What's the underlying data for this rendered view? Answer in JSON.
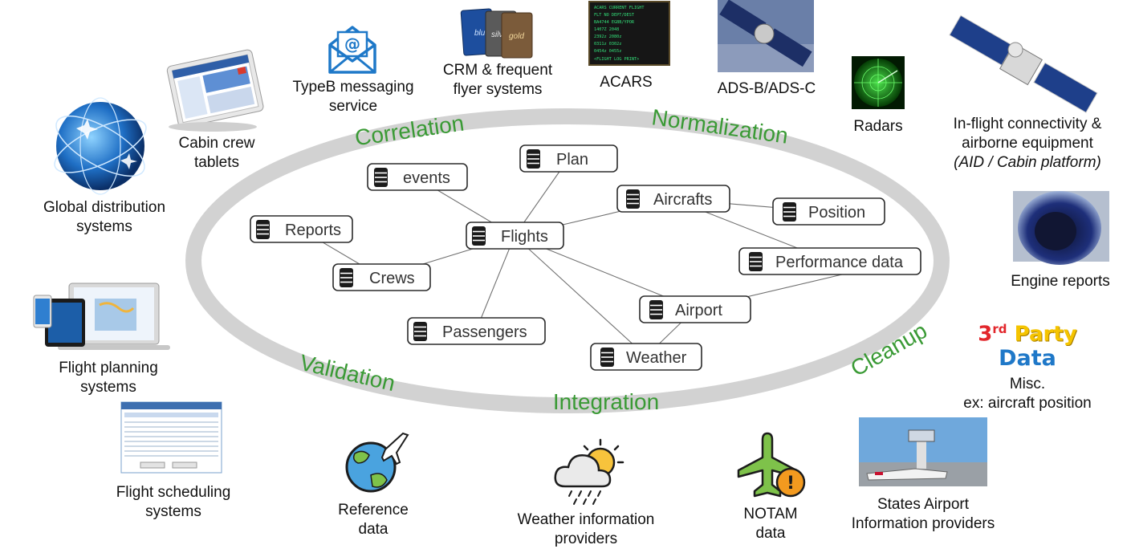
{
  "ring_labels": {
    "correlation": "Correlation",
    "normalization": "Normalization",
    "validation": "Validation",
    "integration": "Integration",
    "cleanup": "Cleanup"
  },
  "entities": {
    "plan": "Plan",
    "events": "events",
    "aircrafts": "Aircrafts",
    "position": "Position",
    "reports": "Reports",
    "flights": "Flights",
    "performance": "Performance data",
    "crews": "Crews",
    "airport": "Airport",
    "passengers": "Passengers",
    "weather": "Weather"
  },
  "sources": {
    "typeb": [
      "TypeB messaging",
      "service"
    ],
    "crm": [
      "CRM & frequent",
      "flyer systems"
    ],
    "acars": [
      "ACARS"
    ],
    "adsb": [
      "ADS-B/ADS-C"
    ],
    "radars": [
      "Radars"
    ],
    "inflight": [
      "In-flight connectivity &",
      "airborne equipment",
      "(AID / Cabin platform)"
    ],
    "cabin": [
      "Cabin crew",
      "tablets"
    ],
    "gds": [
      "Global distribution",
      "systems"
    ],
    "engine": [
      "Engine reports"
    ],
    "misc": [
      "Misc.",
      "ex: aircraft position"
    ],
    "planning": [
      "Flight planning",
      "systems"
    ],
    "scheduling": [
      "Flight scheduling",
      "systems"
    ],
    "reference": [
      "Reference",
      "data"
    ],
    "weather_providers": [
      "Weather information",
      "providers"
    ],
    "notam": [
      "NOTAM",
      "data"
    ],
    "states_airport": [
      "States Airport",
      "Information providers"
    ]
  },
  "third_party": {
    "num": "3",
    "sup": "rd",
    "party": " Party",
    "data": "Data"
  },
  "card_labels": {
    "blue": "blue",
    "silver": "silver",
    "gold": "gold"
  },
  "acars_screen": {
    "line1": "ACARS CURRENT FLIGHT",
    "line2": "FLT NO       DEPT/DEST",
    "line3": "BA4744       EGBB/YPOR",
    "line4": "1407Z           2048",
    "line5": "2392z           2080z",
    "line6": "0311z           0302z",
    "line7": "0454z           0455z",
    "line8": "<FLIGHT LOG    PRINT>"
  },
  "colors": {
    "ring": "#d2d2d2",
    "ring_label": "#3a9a35",
    "node_border": "#2b2b2b",
    "third_red": "#e2262b",
    "third_yellow": "#f5c400",
    "third_blue": "#1f78c8"
  }
}
